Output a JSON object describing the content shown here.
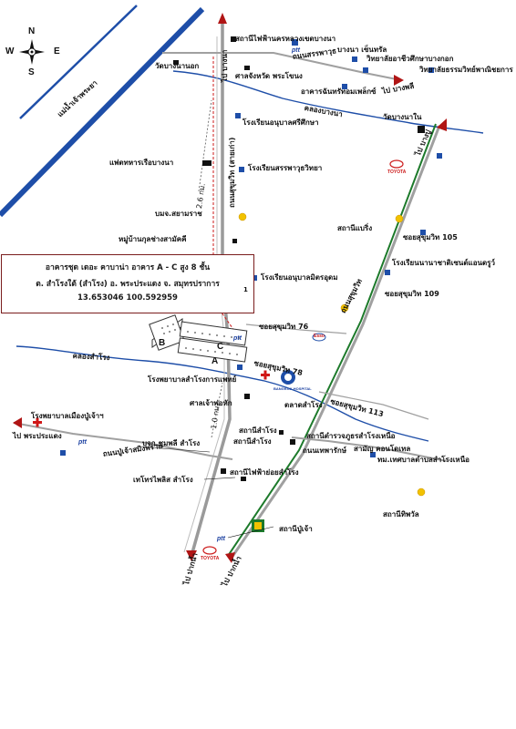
{
  "compass": {
    "north": "N",
    "south": "S",
    "east": "E",
    "west": "W"
  },
  "info_box": {
    "line1": "อาคารชุด เดอะ คาบาน่า อาคาร A - C สูง 8 ชั้น",
    "line2": "ต. สำโรงใต้ (สำโรง) อ. พระประแดง จ. สมุทรปราการ",
    "line3": "13.653046  100.592959"
  },
  "water": {
    "river": "แม่น้ำเจ้าพระยา",
    "canal_bangna": "คลองบางนา",
    "canal_samrong": "คลองสำโรง"
  },
  "roads": {
    "sanphawut": "ถนนสรรพาวุธ",
    "phuchaosamingphrai": "ถนนปู่เจ้าสมิงพราย",
    "theparak": "ถนนเทพารักษ์",
    "sukhumvit_old": "ถนนสุขุมวิท (สายเก่า)",
    "sukhumvit": "ถนนสุขุมวิท",
    "sukhumvit_76": "ซอยสุขุมวิท 76",
    "sukhumvit_78": "ซอยสุขุมวิท 78",
    "sukhumvit_105": "ซอยสุขุมวิท 105",
    "sukhumvit_109": "ซอยสุขุมวิท 109",
    "sukhumvit_113": "ซอยสุขุมวิท 113",
    "to_bangna": "ไป บางนา",
    "to_bangpu": "ไป บางปู",
    "to_bangphli": "ไป บางพลี",
    "to_paknam_1": "ไป ปากน้ำ",
    "to_paknam_2": "ไป ปากน้ำ",
    "to_phrapradaeng": "ไป พระประแดง"
  },
  "distances": {
    "d1": "2.6 กม.",
    "d2": "1.0 กม."
  },
  "places": {
    "sub_bangna": "สถานีไฟฟ้านครหลวงเขตบางนา",
    "wat_bangnanok": "วัดบางนานอก",
    "bangna_central": "บางนา เซ็นทรัล",
    "court": "ศาลจังหวัด พระโขนง",
    "tech_college": "วิทยาลัยอาชีวศึกษาบางกอก",
    "commerce_college": "วิทยาลัยธรรมวิทย์พาณิชยการ",
    "bldg_trade": "อาคารฉันทรัทอมเพล็กซ์",
    "school_srisuksa": "โรงเรียนอนุบาลศรีศึกษา",
    "wat_bangnanai": "วัดบางนาใน",
    "navy_dock": "แพ่ตทหารเรือบางนา",
    "school_sanphawut": "โรงเรียนสรรพาวุธวิทยา",
    "bmj": "บมจ.สยามราช",
    "village_chang": "หมู่บ้านกุลช่างสามัคคี",
    "bearing_stn": "สถานีแบริ่ง",
    "intl_school": "โรงเรียนนานาชาติเซนต์แอนดรูว์",
    "school_mitrudom": "โรงเรียนอนุบาลมิตรอุดม",
    "hospital_samrong": "โรงพยาบาลสำโรงการแพทย์",
    "shrine": "ศาลเจ้าพ่อหัก",
    "samrong_market": "ตลาดสำโรง",
    "hospital_pujao": "โรงพยาบาลเมืองปู่เจ้าฯ",
    "bkc": "บจก.ชุมพลี สำโรง",
    "samrong_stn": "สถานีสำโรง",
    "samrong_stn_2": "สถานีสำโรง",
    "police": "สถานีตำรวจภูธรสำโรงเหนือ",
    "samrong_condo": "สามัญ คอนโดเทล",
    "tessaban": "ทม.เทศบาลตำบลสำโรงเหนือ",
    "tesco": "เทโทรไพลิส สำโรง",
    "sub_samrong": "สถานีไฟฟ้าย่อยสำโรง",
    "thiphawan": "สถานีทิพวัล",
    "pujao_stn": "สถานีปู่เจ้า",
    "brand_ptt": "ptt",
    "brand_toyota": "TOYOTA",
    "brand_esso": "Esso",
    "brand_bkk": "BANGKOK HOSPITAL",
    "marker_1": "1"
  },
  "buildings": {
    "a": "A",
    "b": "B",
    "c": "C"
  },
  "colors": {
    "road": "#8a8a8a",
    "rail": "#1d7a2b",
    "water": "#1e4ea8",
    "canal": "#1e4ea8",
    "box_border": "#7a1d1d",
    "route_red": "#cc1a1a",
    "shell": "#f2c200"
  }
}
